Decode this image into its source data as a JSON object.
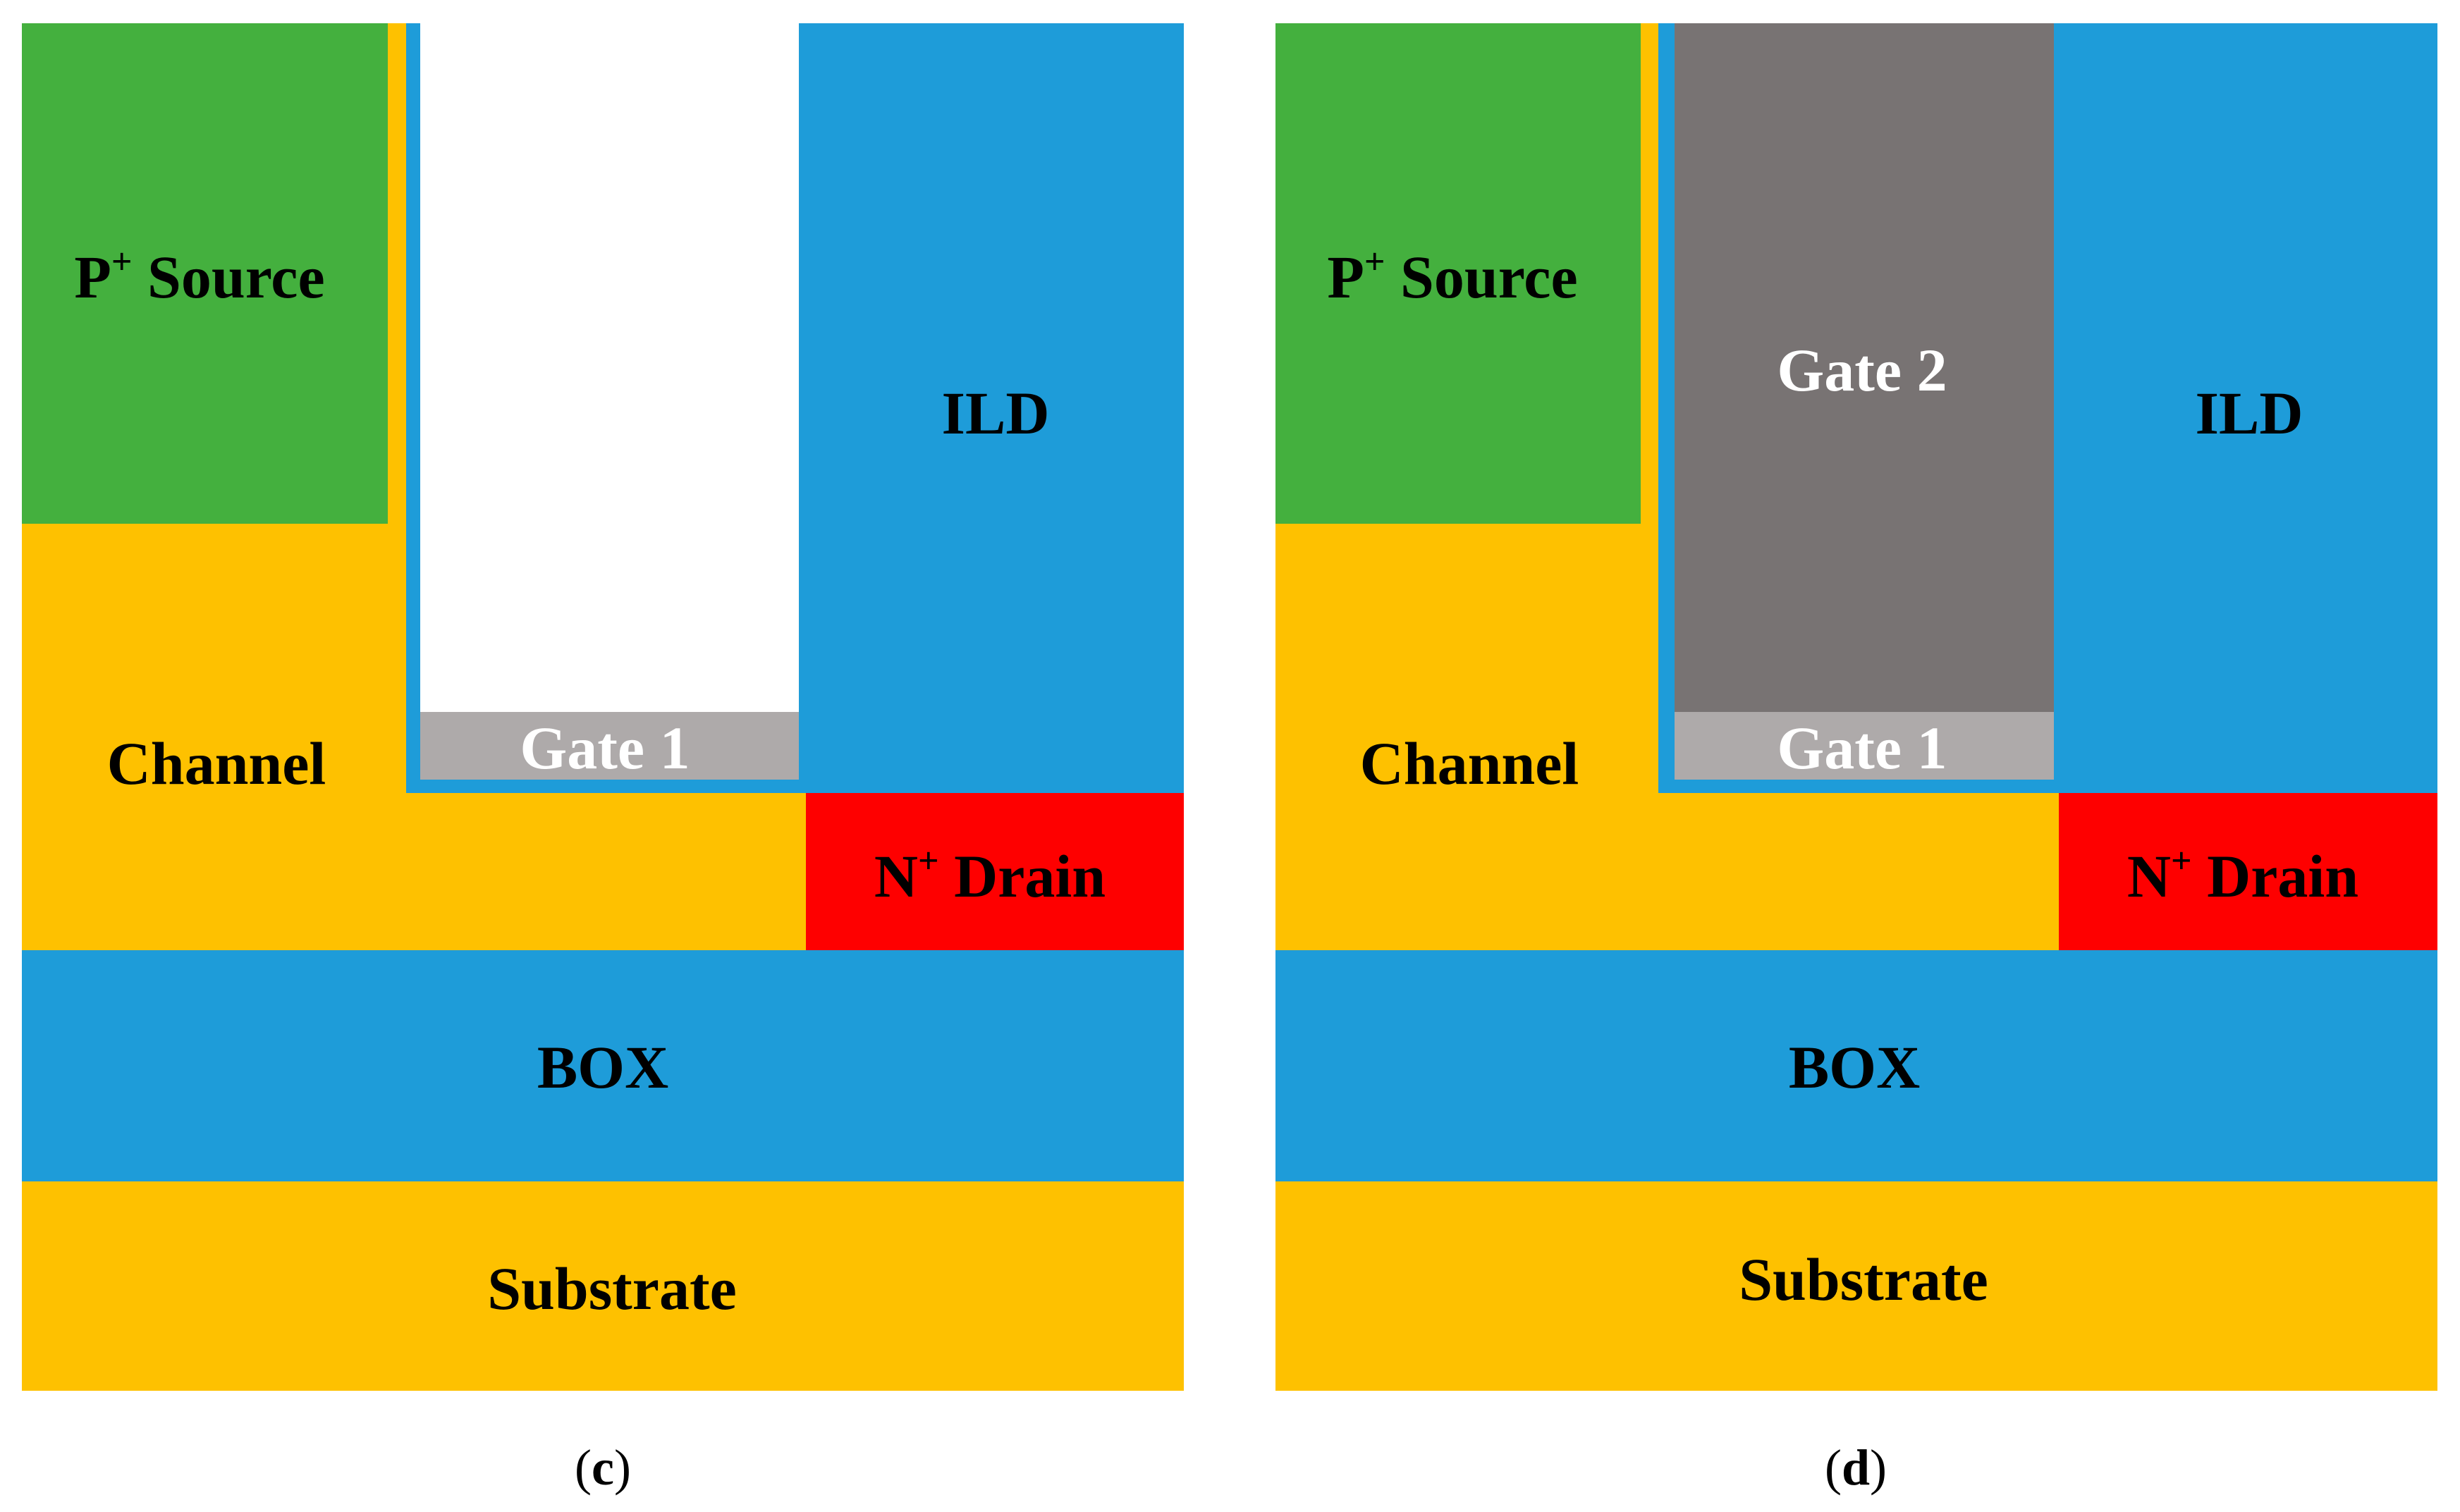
{
  "colors": {
    "source": "#44b03e",
    "channel": "#fec100",
    "oxide": "#1e9cd9",
    "drain": "#fe0000",
    "gate1": "#aeaaaa",
    "gate2": "#787373",
    "trench": "#ffffff"
  },
  "panels": [
    {
      "id": "c",
      "caption_open": "(",
      "caption_letter": "c",
      "caption_close": ")",
      "labels": {
        "source_prefix": "P",
        "source_sup": "+",
        "source_text": " Source",
        "ild": "ILD",
        "gate1": "Gate 1",
        "channel": "Channel",
        "drain_prefix": "N",
        "drain_sup": "+",
        "drain_text": " Drain",
        "box": "BOX",
        "substrate": "Substrate"
      }
    },
    {
      "id": "d",
      "caption_open": "(",
      "caption_letter": "d",
      "caption_close": ")",
      "labels": {
        "source_prefix": "P",
        "source_sup": "+",
        "source_text": " Source",
        "gate2": "Gate 2",
        "ild": "ILD",
        "gate1": "Gate 1",
        "channel": "Channel",
        "drain_prefix": "N",
        "drain_sup": "+",
        "drain_text": " Drain",
        "box": "BOX",
        "substrate": "Substrate"
      }
    }
  ]
}
